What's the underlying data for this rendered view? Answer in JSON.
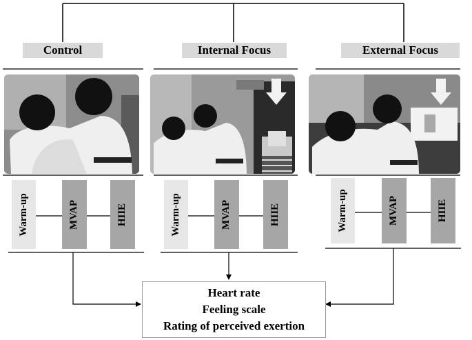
{
  "groups": [
    {
      "label": "Control",
      "phases": [
        "Warm-up",
        "MVAP",
        "HIIE"
      ],
      "photo": {
        "scene": "two judokas in white gi, faces obscured",
        "arrow": false,
        "screen": false
      }
    },
    {
      "label": "Internal Focus",
      "phases": [
        "Warm-up",
        "MVAP",
        "HIIE"
      ],
      "photo": {
        "scene": "two judokas in white gi with instructor holding a sign",
        "arrow": true,
        "screen": false
      }
    },
    {
      "label": "External Focus",
      "phases": [
        "Warm-up",
        "MVAP",
        "HIIE"
      ],
      "photo": {
        "scene": "two judokas in white gi with a video display in background",
        "arrow": true,
        "screen": true
      }
    }
  ],
  "outcomes": [
    "Heart rate",
    "Feeling scale",
    "Rating of perceived exertion"
  ],
  "colors": {
    "header_bg": "#d9d9d9",
    "phase_light": "#e6e6e6",
    "phase_dark": "#a6a6a6",
    "line": "#000000",
    "box_border": "#9a9a9a"
  }
}
